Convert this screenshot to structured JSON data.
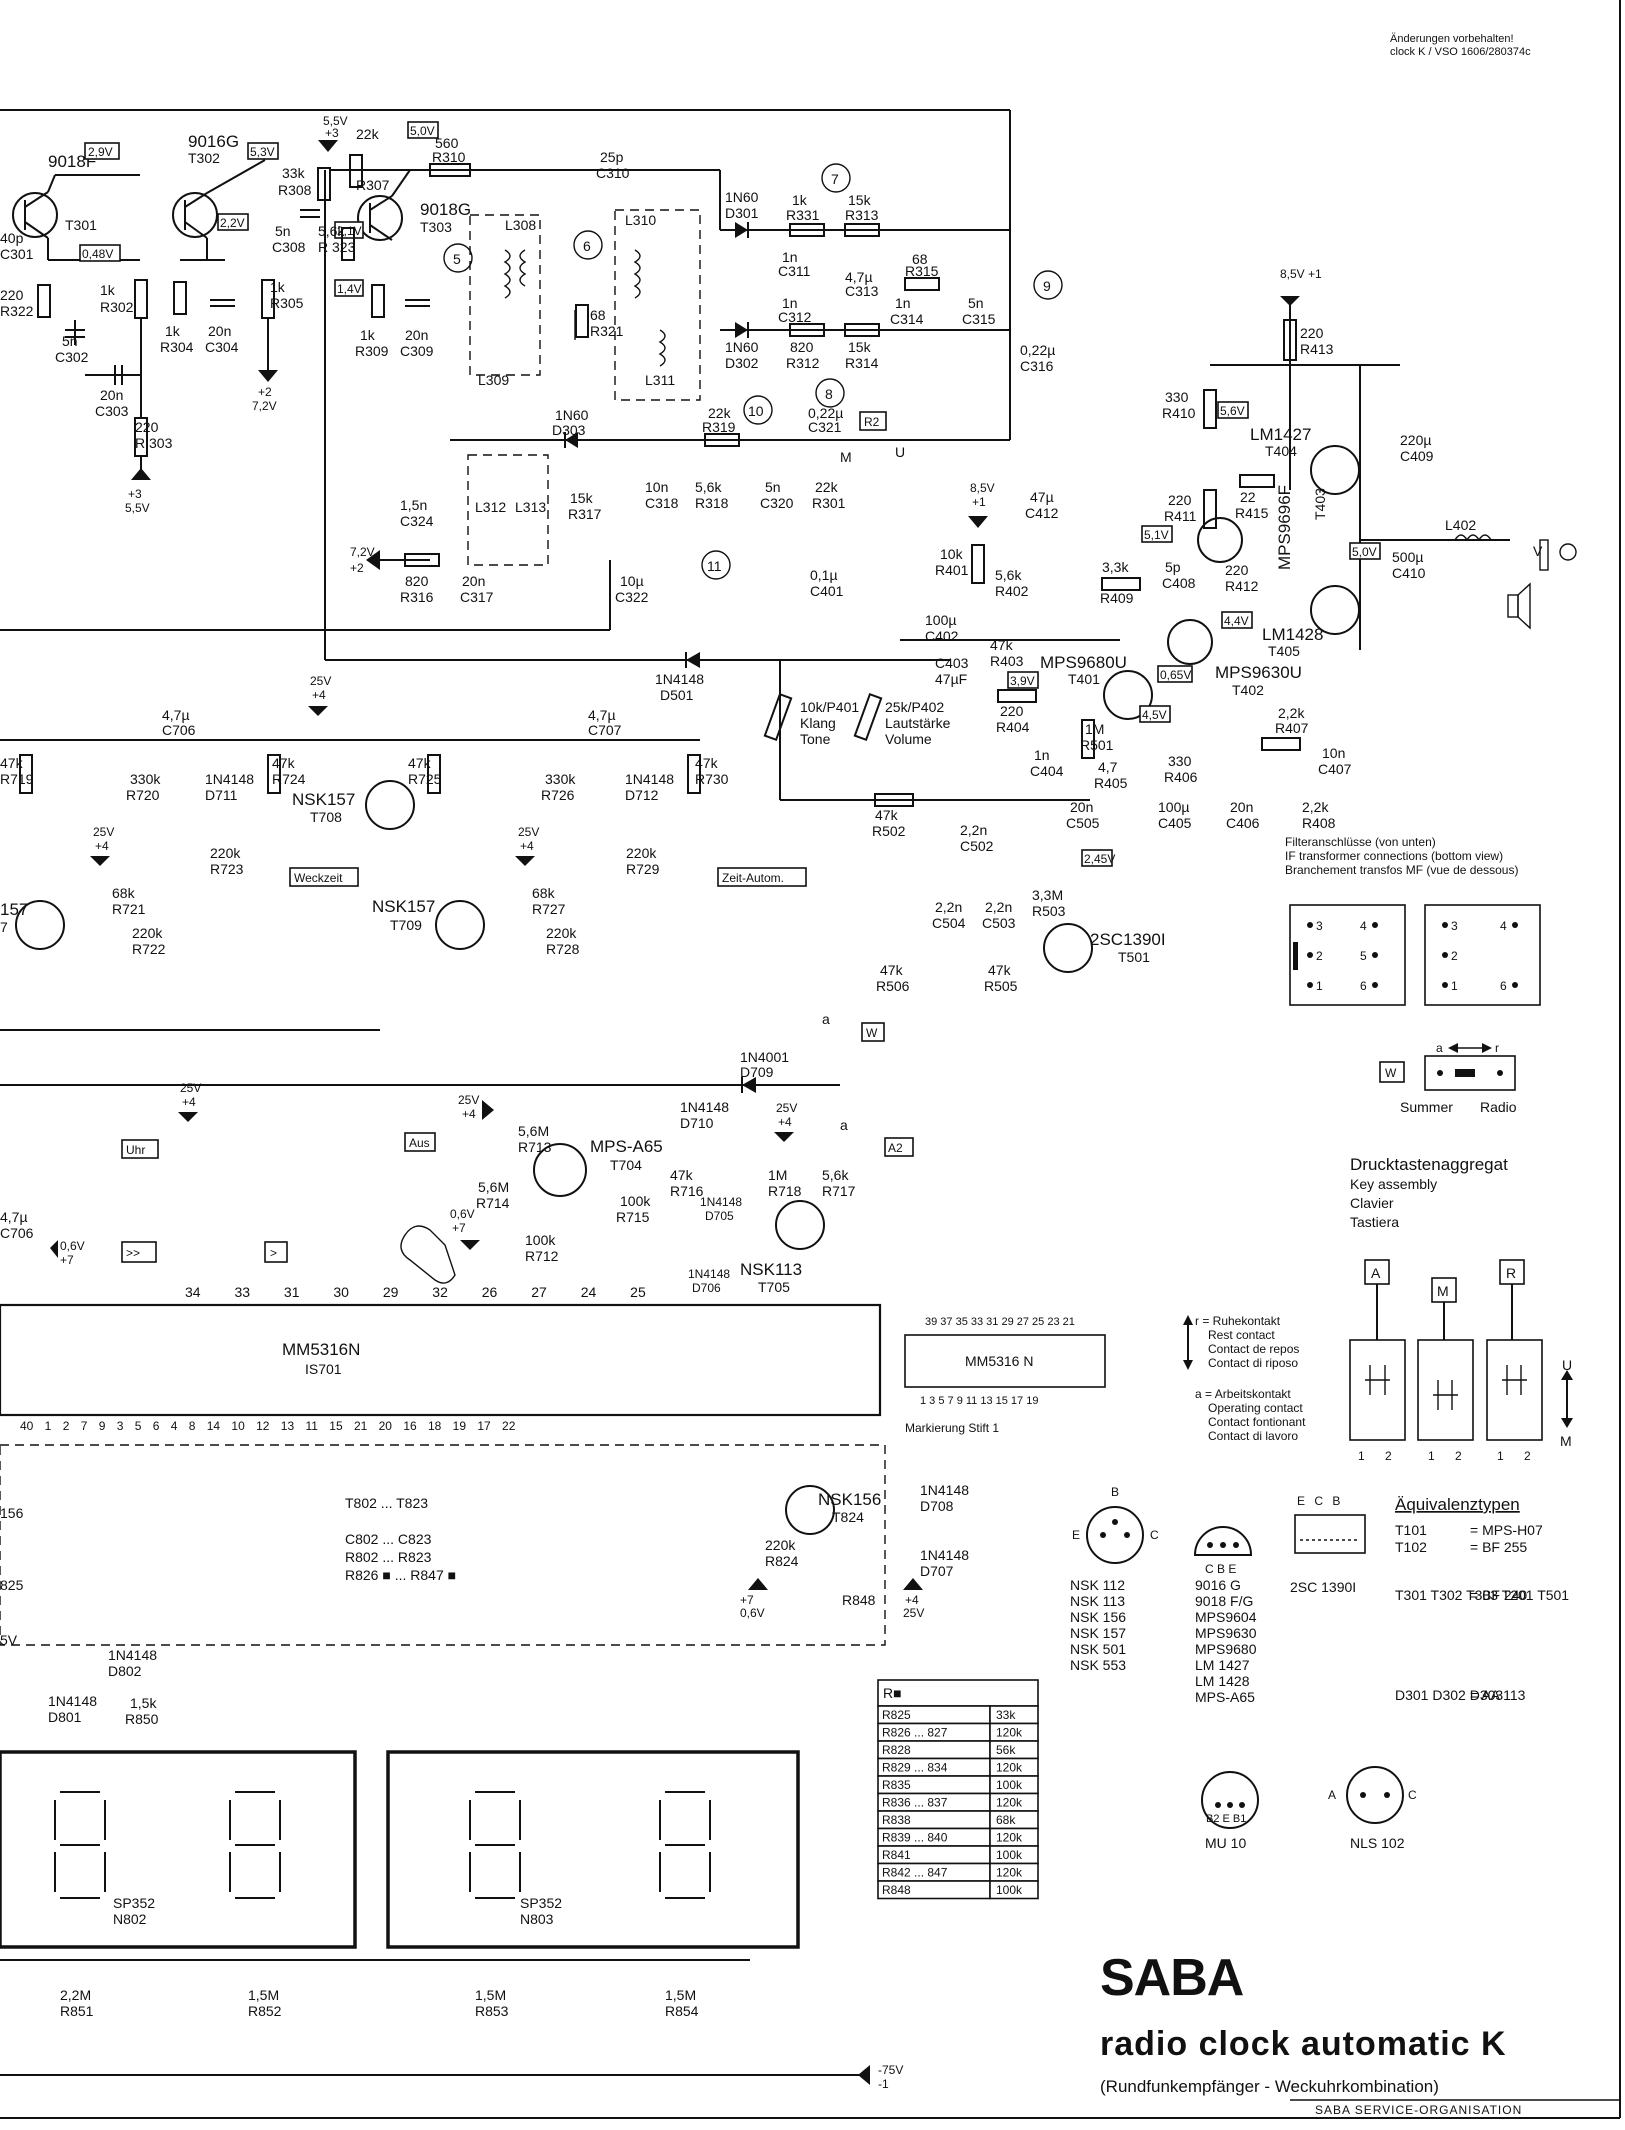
{
  "header": {
    "note_line1": "Änderungen vorbehalten!",
    "note_line2": "clock K / VSO 1606/280374c"
  },
  "title_block": {
    "brand": "SABA",
    "product": "radio clock automatic K",
    "subtitle": "(Rundfunkempfänger - Weckuhrkombination)",
    "organisation": "SABA SERVICE-ORGANISATION"
  },
  "transistors": [
    {
      "type": "9018F",
      "ref": "T301",
      "volt": "2,9V"
    },
    {
      "type": "9016G",
      "ref": "T302",
      "volt": "5,3V"
    },
    {
      "type": "9018G",
      "ref": "T303",
      "volt": "5,0V"
    },
    {
      "type": "LM1427",
      "ref": "T404",
      "volt": "5,6V"
    },
    {
      "type": "MPS9696F",
      "ref": "T403",
      "volt": "5,1V"
    },
    {
      "type": "LM1428",
      "ref": "T405",
      "volt": "4,4V"
    },
    {
      "type": "MPS9630U",
      "ref": "T402",
      "volt": "0,65V"
    },
    {
      "type": "MPS9680U",
      "ref": "T401",
      "volt": "3,9V"
    },
    {
      "type": "NSK157",
      "ref": "T708",
      "volt": ""
    },
    {
      "type": "NSK157",
      "ref": "T709",
      "volt": ""
    },
    {
      "type": "MPS-A65",
      "ref": "T704",
      "volt": ""
    },
    {
      "type": "NSK113",
      "ref": "T705",
      "volt": ""
    },
    {
      "type": "2SC1390I",
      "ref": "T501",
      "volt": ""
    },
    {
      "type": "NSK156",
      "ref": "T824",
      "volt": ""
    }
  ],
  "components": [
    {
      "val": "560",
      "ref": "R310"
    },
    {
      "val": "25p",
      "ref": "C310"
    },
    {
      "val": "22k",
      "ref": "R307"
    },
    {
      "val": "33k",
      "ref": "R308"
    },
    {
      "val": "5,6k",
      "ref": "R323"
    },
    {
      "val": "5n",
      "ref": "C308"
    },
    {
      "val": "1k",
      "ref": "R305"
    },
    {
      "val": "1k",
      "ref": "R302"
    },
    {
      "val": "220",
      "ref": "R303"
    },
    {
      "val": "20n",
      "ref": "C303"
    },
    {
      "val": "5n",
      "ref": "C302"
    },
    {
      "val": "1k",
      "ref": "R304"
    },
    {
      "val": "20n",
      "ref": "C304"
    },
    {
      "val": "1k",
      "ref": "R309"
    },
    {
      "val": "20n",
      "ref": "C309"
    },
    {
      "val": "1N60",
      "ref": "D301"
    },
    {
      "val": "1k",
      "ref": "R331"
    },
    {
      "val": "15k",
      "ref": "R313"
    },
    {
      "val": "1n",
      "ref": "C311"
    },
    {
      "val": "1n",
      "ref": "C312"
    },
    {
      "val": "4,7µ",
      "ref": "C313"
    },
    {
      "val": "68",
      "ref": "R315"
    },
    {
      "val": "1n",
      "ref": "C314"
    },
    {
      "val": "5n",
      "ref": "C315"
    },
    {
      "val": "820",
      "ref": "R312"
    },
    {
      "val": "15k",
      "ref": "R314"
    },
    {
      "val": "1N60",
      "ref": "D302"
    },
    {
      "val": "0,22µ",
      "ref": "C316"
    },
    {
      "val": "68",
      "ref": "R321"
    },
    {
      "val": "22k",
      "ref": "R319"
    },
    {
      "val": "0,22µ",
      "ref": "C321"
    },
    {
      "val": "22k",
      "ref": "R301"
    },
    {
      "val": "5n",
      "ref": "C320"
    },
    {
      "val": "5,6k",
      "ref": "R318"
    },
    {
      "val": "10n",
      "ref": "C318"
    },
    {
      "val": "1N60",
      "ref": "D303"
    },
    {
      "val": "15k",
      "ref": "R317"
    },
    {
      "val": "10µ",
      "ref": "C322"
    },
    {
      "val": "820",
      "ref": "R316"
    },
    {
      "val": "20n",
      "ref": "C317"
    },
    {
      "val": "1,5n",
      "ref": "C324"
    },
    {
      "val": "220",
      "ref": "R413"
    },
    {
      "val": "330",
      "ref": "R410"
    },
    {
      "val": "22",
      "ref": "R415"
    },
    {
      "val": "220",
      "ref": "R411"
    },
    {
      "val": "220µ",
      "ref": "C409"
    },
    {
      "val": "220",
      "ref": "R412"
    },
    {
      "val": "500µ",
      "ref": "C410"
    },
    {
      "val": "3,3k",
      "ref": "R409"
    },
    {
      "val": "5p",
      "ref": "C408"
    },
    {
      "val": "47µ",
      "ref": "C412"
    },
    {
      "val": "10k",
      "ref": "R401"
    },
    {
      "val": "5,6k",
      "ref": "R402"
    },
    {
      "val": "100µ",
      "ref": "C402"
    },
    {
      "val": "47k",
      "ref": "R403"
    },
    {
      "val": "0,1µ",
      "ref": "C401"
    },
    {
      "val": "47µ",
      "ref": "C403"
    },
    {
      "val": "220",
      "ref": "R404"
    },
    {
      "val": "1n",
      "ref": "C404"
    },
    {
      "val": "1M",
      "ref": "R501"
    },
    {
      "val": "4,7",
      "ref": "R405"
    },
    {
      "val": "330",
      "ref": "R406"
    },
    {
      "val": "100µ",
      "ref": "C405"
    },
    {
      "val": "2,2k",
      "ref": "R407"
    },
    {
      "val": "10n",
      "ref": "C407"
    },
    {
      "val": "20n",
      "ref": "C406"
    },
    {
      "val": "2,2k",
      "ref": "R408"
    },
    {
      "val": "20n",
      "ref": "C505"
    },
    {
      "val": "47k",
      "ref": "R502"
    },
    {
      "val": "2,2n",
      "ref": "C502"
    },
    {
      "val": "3,3M",
      "ref": "R503"
    },
    {
      "val": "2,2n",
      "ref": "C504"
    },
    {
      "val": "2,2n",
      "ref": "C503"
    },
    {
      "val": "47k",
      "ref": "R506"
    },
    {
      "val": "47k",
      "ref": "R505"
    },
    {
      "val": "4,7µ",
      "ref": "C706"
    },
    {
      "val": "4,7µ",
      "ref": "C707"
    },
    {
      "val": "47k",
      "ref": "R724"
    },
    {
      "val": "47k",
      "ref": "R725"
    },
    {
      "val": "47k",
      "ref": "R730"
    },
    {
      "val": "330k",
      "ref": "R720"
    },
    {
      "val": "330k",
      "ref": "R726"
    },
    {
      "val": "220k",
      "ref": "R723"
    },
    {
      "val": "220k",
      "ref": "R729"
    },
    {
      "val": "68k",
      "ref": "R721"
    },
    {
      "val": "68k",
      "ref": "R727"
    },
    {
      "val": "220k",
      "ref": "R722"
    },
    {
      "val": "220k",
      "ref": "R728"
    },
    {
      "val": "5,6M",
      "ref": "R713"
    },
    {
      "val": "5,6M",
      "ref": "R714"
    },
    {
      "val": "100k",
      "ref": "R712"
    },
    {
      "val": "47k",
      "ref": "R716"
    },
    {
      "val": "100k",
      "ref": "R715"
    },
    {
      "val": "1M",
      "ref": "R718"
    },
    {
      "val": "5,6k",
      "ref": "R717"
    },
    {
      "val": "220k",
      "ref": "R824"
    },
    {
      "val": "1,5k",
      "ref": "R850"
    },
    {
      "val": "2,2M",
      "ref": "R851"
    },
    {
      "val": "1,5M",
      "ref": "R852"
    },
    {
      "val": "1,5M",
      "ref": "R853"
    },
    {
      "val": "1,5M",
      "ref": "R854"
    }
  ],
  "diodes": [
    {
      "type": "1N4148",
      "ref": "D501"
    },
    {
      "type": "1N4148",
      "ref": "D711"
    },
    {
      "type": "1N4148",
      "ref": "D712"
    },
    {
      "type": "1N4001",
      "ref": "D709"
    },
    {
      "type": "1N4148",
      "ref": "D710"
    },
    {
      "type": "1N4148",
      "ref": "D705"
    },
    {
      "type": "1N4148",
      "ref": "D706"
    },
    {
      "type": "1N4148",
      "ref": "D708"
    },
    {
      "type": "1N4148",
      "ref": "D707"
    },
    {
      "type": "1N4148",
      "ref": "D802"
    },
    {
      "type": "1N4148",
      "ref": "D801"
    }
  ],
  "pots": {
    "klang": {
      "name": "10k/P401",
      "l1": "Klang",
      "l2": "Tone"
    },
    "volume": {
      "name": "25k/P402",
      "l1": "Lautstärke",
      "l2": "Volume"
    }
  },
  "switch_labels": {
    "weckzeit": "Weckzeit",
    "zeit_autom": "Zeit-Autom.",
    "uhr": "Uhr",
    "aus": "Aus",
    "w": "W",
    "a2": "A2",
    "r2": "R2",
    "fwd": ">>",
    "step": ">"
  },
  "ic": {
    "name": "MM5316N",
    "ref": "IS701",
    "top_pins": "34  33  31  30  29  32  26  27  24  25",
    "bottom_pins": "40 1   2  7 9 3   5   6 4 8   14 10   12   13 11 15   21 20 16   18   19 17 22",
    "pkg_name": "MM5316 N",
    "pkg_top": "39 37 35 33 31 29 27 25 23 21",
    "pkg_bottom": "1  3  5  7  9 11 13 15 17 19",
    "marker": "Markierung Stift 1"
  },
  "displays": [
    {
      "name": "SP352",
      "ref": "N802"
    },
    {
      "name": "SP352",
      "ref": "N803"
    }
  ],
  "overflow_labels": {
    "range1": "T802 ... T823",
    "range2": "C802 ... C823",
    "range3": "R802 ... R823",
    "range4": "R826 ■ ... R847 ■"
  },
  "filter_info": {
    "title": "Filteranschlüsse (von unten)",
    "en": "IF transformer connections (bottom view)",
    "fr": "Branchement transfos MF (vue de dessous)"
  },
  "switch_info": {
    "summer": "Summer",
    "radio": "Radio",
    "w": "W",
    "a": "a",
    "r": "r"
  },
  "key_assembly": {
    "de": "Drucktastenaggregat",
    "en": "Key assembly",
    "fr": "Clavier",
    "it": "Tastiera",
    "keys": [
      "A",
      "M",
      "R"
    ],
    "u": "U",
    "m": "M"
  },
  "contact_legend": {
    "r_de": "r = Ruhekontakt",
    "r_en": "Rest contact",
    "r_fr": "Contact de repos",
    "r_it": "Contact di riposo",
    "a_de": "a = Arbeitskontakt",
    "a_en": "Operating contact",
    "a_fr": "Contact fontionant",
    "a_it": "Contact di lavoro"
  },
  "pinouts": {
    "nsk": [
      "NSK 112",
      "NSK 113",
      "NSK 156",
      "NSK 157",
      "NSK 501",
      "NSK 553"
    ],
    "mps": [
      "9016 G",
      "9018 F/G",
      "MPS9604",
      "MPS9630",
      "MPS9680",
      "LM 1427",
      "LM 1428",
      "MPS-A65"
    ],
    "cbe": "C  B  E",
    "ebc": "E  C  B",
    "sc": "2SC 1390I",
    "mu_pins": "B2 E  B1",
    "mu": "MU 10",
    "nls": "NLS 102"
  },
  "equivalents": {
    "title": "Äquivalenztypen",
    "rows": [
      {
        "left": "T101",
        "right": "= MPS-H07"
      },
      {
        "left": "T102",
        "right": "= BF 255"
      },
      {
        "left": "T301 T302 T303 T201 T501",
        "right": "= BF 240"
      },
      {
        "left": "D301 D302 D303",
        "right": "= AA 113"
      }
    ]
  },
  "r_table": {
    "head": "R■",
    "rows": [
      [
        "R825",
        "33k"
      ],
      [
        "R826 ... 827",
        "120k"
      ],
      [
        "R828",
        "56k"
      ],
      [
        "R829 ... 834",
        "120k"
      ],
      [
        "R835",
        "100k"
      ],
      [
        "R836 ... 837",
        "120k"
      ],
      [
        "R838",
        "68k"
      ],
      [
        "R839 ... 840",
        "120k"
      ],
      [
        "R841",
        "100k"
      ],
      [
        "R842 ... 847",
        "120k"
      ],
      [
        "R848",
        "100k"
      ]
    ]
  },
  "supply_labels": {
    "s1": "5,5V +3",
    "s2": "8,5V +1",
    "s3": "25V +4",
    "s4": "-75V -1",
    "s5": "7,2V +2",
    "s6": "0,6V +7",
    "s7": "25V +4"
  },
  "nodes": [
    "5",
    "6",
    "7",
    "8",
    "9",
    "10",
    "11"
  ]
}
